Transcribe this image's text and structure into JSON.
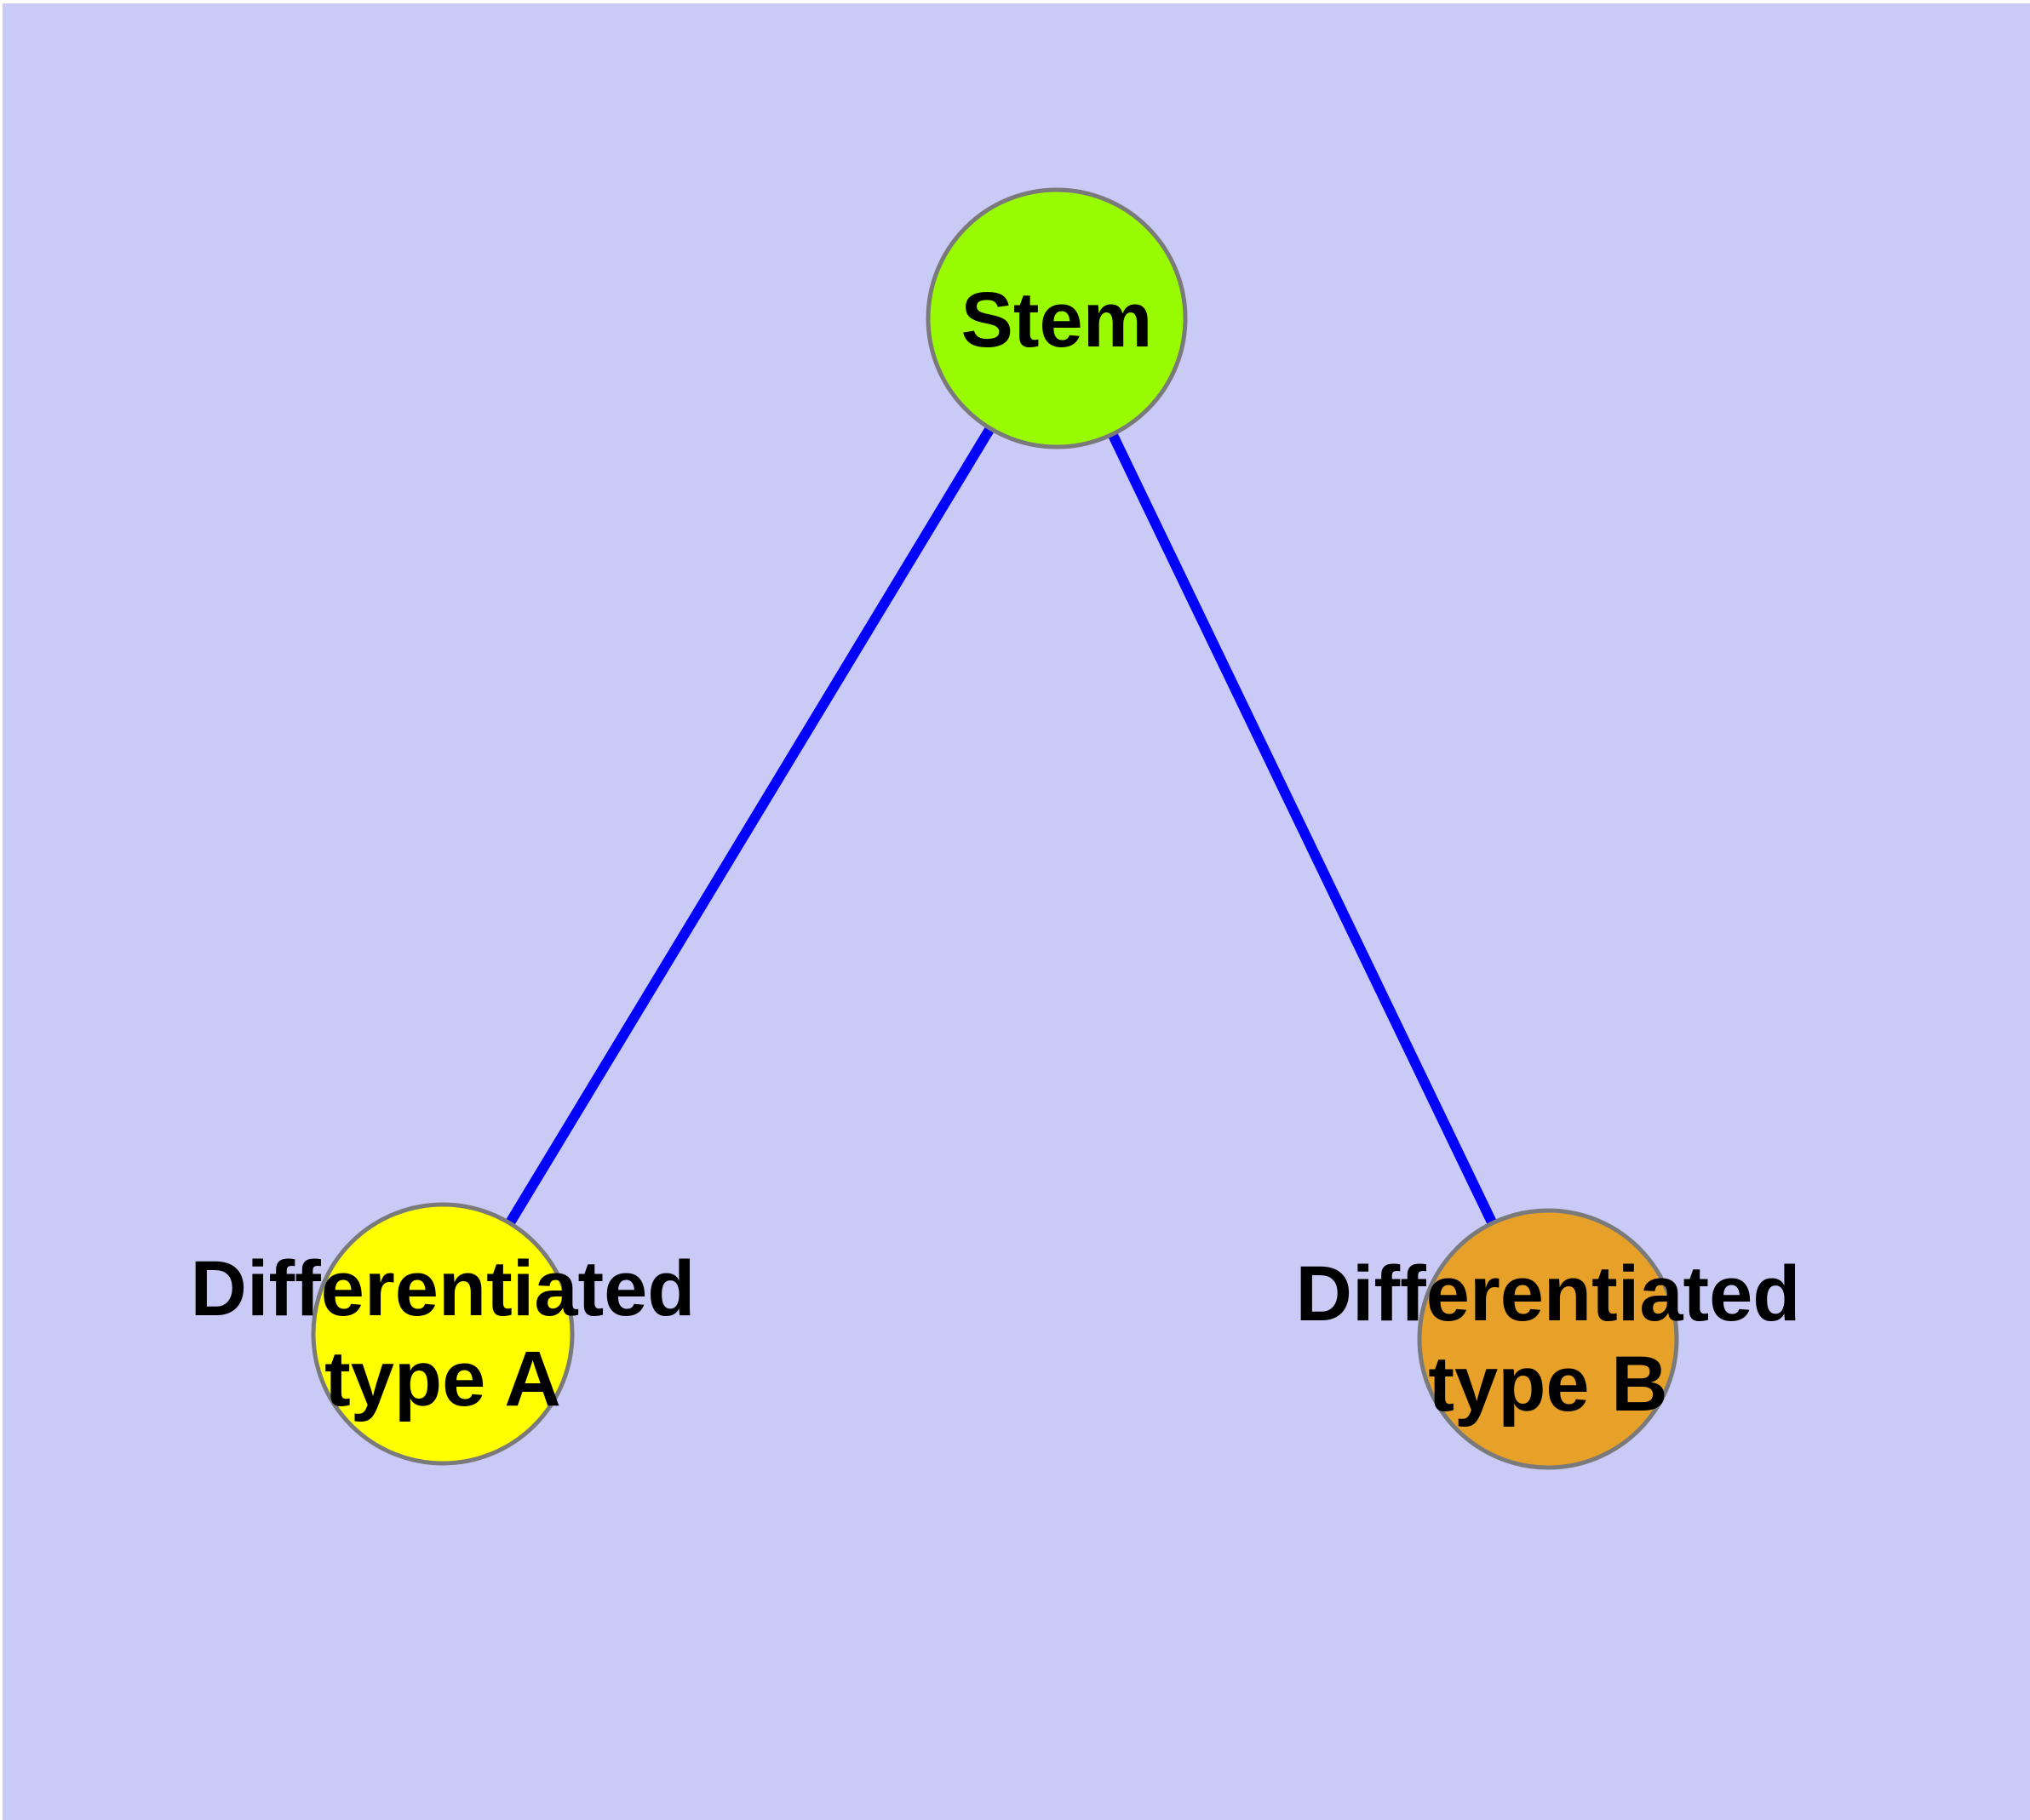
{
  "diagram": {
    "type": "node-edge-graph",
    "background_color": "#CACAF7",
    "edge_color": "#0303F8",
    "node_border_color": "#7A7A7A",
    "label_color": "#000000",
    "nodes": [
      {
        "id": "stem",
        "label": "Stem",
        "fill": "#99FB01"
      },
      {
        "id": "differentiated-type-a",
        "label_line1": "Differentiated",
        "label_line2": "type A",
        "fill": "#FFFF00"
      },
      {
        "id": "differentiated-type-b",
        "label_line1": "Differentiated",
        "label_line2": "type B",
        "fill": "#E7A028"
      }
    ],
    "edges": [
      {
        "from": "Stem",
        "to": "Differentiated type A"
      },
      {
        "from": "Stem",
        "to": "Differentiated type B"
      }
    ]
  }
}
